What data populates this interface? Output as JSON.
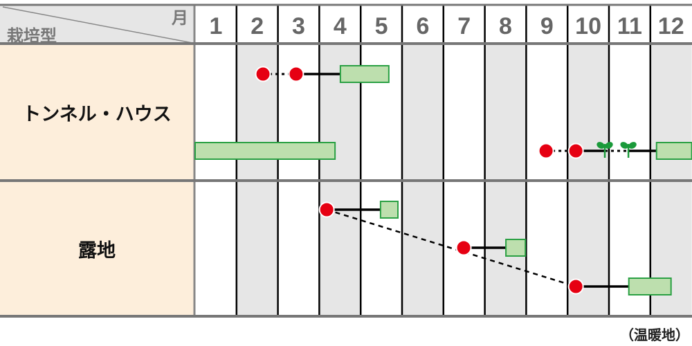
{
  "header": {
    "corner_month_label": "月",
    "corner_type_label": "栽培型"
  },
  "months": [
    "1",
    "2",
    "3",
    "4",
    "5",
    "6",
    "7",
    "8",
    "9",
    "10",
    "11",
    "12"
  ],
  "colors": {
    "shade": "#e6e6e6",
    "row_label_bg": "#fdeedb",
    "header_bg": "#e6e6e6",
    "sow": "#e60012",
    "harvest_fill": "#bddfae",
    "harvest_stroke": "#2aa043",
    "seedling": "#1a9a3a"
  },
  "rows": [
    {
      "label": "トンネル・ハウス",
      "lanes": [
        {
          "sow": [
            2.64,
            3.44
          ],
          "plant": [],
          "harvest": [
            [
              4.51,
              5.68
            ]
          ]
        },
        {
          "sow": [
            9.48,
            10.2
          ],
          "plant": [
            10.9,
            11.47
          ],
          "harvest": [
            [
              1.0,
              4.38
            ],
            [
              12.15,
              13.0
            ]
          ]
        }
      ]
    },
    {
      "label": "露地",
      "lanes": [
        {
          "sow": [
            4.18
          ],
          "plant": [],
          "harvest": [
            [
              5.48,
              5.9
            ]
          ]
        },
        {
          "sow": [
            7.49
          ],
          "plant": [],
          "harvest": [
            [
              8.51,
              8.98
            ]
          ]
        },
        {
          "sow": [
            10.2
          ],
          "plant": [],
          "harvest": [
            [
              11.48,
              12.5
            ]
          ]
        }
      ],
      "dashed_link": true
    }
  ],
  "note": "（温暖地）"
}
